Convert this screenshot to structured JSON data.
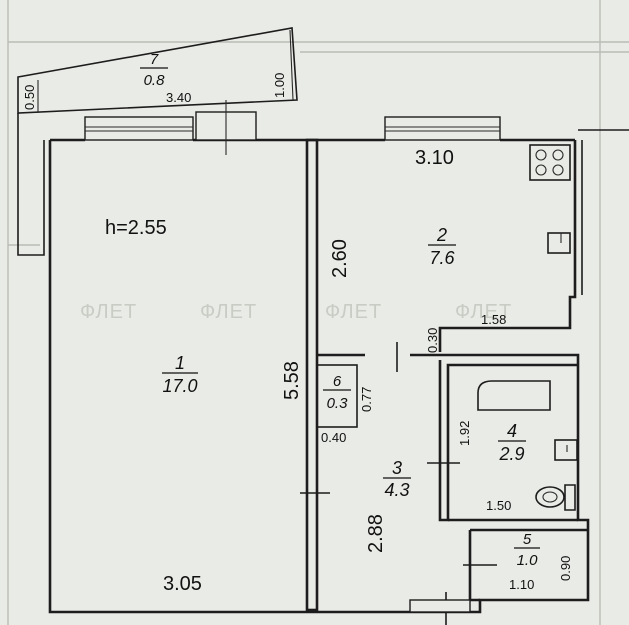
{
  "ceiling_height": "h=2.55",
  "rooms": {
    "r1": {
      "num": "1",
      "area": "17.0"
    },
    "r2": {
      "num": "2",
      "area": "7.6"
    },
    "r3": {
      "num": "3",
      "area": "4.3"
    },
    "r4": {
      "num": "4",
      "area": "2.9"
    },
    "r5": {
      "num": "5",
      "area": "1.0"
    },
    "r6": {
      "num": "6",
      "area": "0.3"
    },
    "r7": {
      "num": "7",
      "area": "0.8"
    }
  },
  "dimensions": {
    "balcony_left": "0.50",
    "balcony_width": "3.40",
    "balcony_right": "1.00",
    "kitchen_width": "3.10",
    "kitchen_depth": "2.60",
    "kitchen_step_h": "0.30",
    "kitchen_step_w": "1.58",
    "living_depth": "5.58",
    "living_width": "3.05",
    "closet_depth": "0.77",
    "closet_width": "0.40",
    "hall_depth": "2.88",
    "bath_depth": "1.92",
    "bath_width": "1.50",
    "wc_depth": "0.90",
    "wc_width": "1.10"
  },
  "watermark": [
    "ФЛЕТ",
    "ФЛЕТ",
    "ФЛЕТ",
    "ФЛЕТ"
  ]
}
